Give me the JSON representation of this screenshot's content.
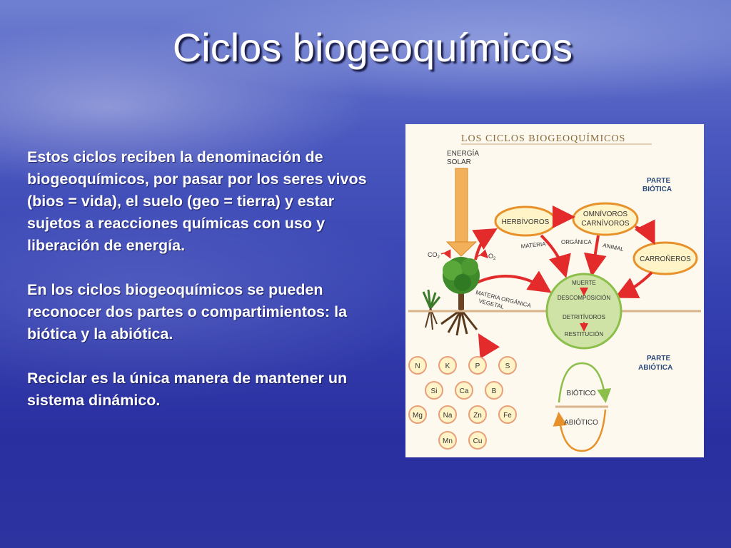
{
  "slide": {
    "title": "Ciclos biogeoquímicos",
    "paragraphs": [
      "Estos ciclos reciben la denominación de biogeoquímicos, por pasar por los seres vivos (bios = vida), el suelo (geo = tierra) y estar sujetos a reacciones químicas con uso y liberación de energía.",
      "En los ciclos biogeoquímicos se pueden reconocer dos partes o compartimientos: la biótica y la abiótica.",
      "Reciclar es la única manera de mantener un sistema dinámico."
    ]
  },
  "diagram": {
    "title": "Los ciclos biogeoquímicos",
    "energy_label_1": "ENERGÍA",
    "energy_label_2": "SOLAR",
    "parte_biotica_1": "PARTE",
    "parte_biotica_2": "BIÓTICA",
    "parte_abiotica_1": "PARTE",
    "parte_abiotica_2": "ABIÓTICA",
    "herbivoros": "HERBÍVOROS",
    "omnivoros_1": "OMNÍVOROS",
    "omnivoros_2": "CARNÍVOROS",
    "carroneros": "CARROÑEROS",
    "materia_animal_1": "MATERIA",
    "materia_animal_2": "ORGÁNICA",
    "materia_animal_3": "ANIMAL",
    "materia_vegetal_1": "MATERIA ORGÁNICA",
    "materia_vegetal_2": "VEGETAL",
    "co2": "CO",
    "co2_sub": "2",
    "o2": "O",
    "o2_sub": "2",
    "cycle_steps": [
      "MUERTE",
      "DESCOMPOSICIÓN",
      "DETRITÍVOROS",
      "RESTITUCIÓN"
    ],
    "biotico": "BIÓTICO",
    "abiotico": "ABIÓTICO",
    "elements": [
      "N",
      "K",
      "P",
      "S",
      "Si",
      "Ca",
      "B",
      "Mg",
      "Na",
      "Zn",
      "Fe",
      "Mn",
      "Cu"
    ],
    "colors": {
      "orange": "#e8912a",
      "red": "#e32b2b",
      "green": "#79b84a",
      "ellipse_fill": "#fff3c8",
      "brown": "#8a5a2b"
    }
  }
}
